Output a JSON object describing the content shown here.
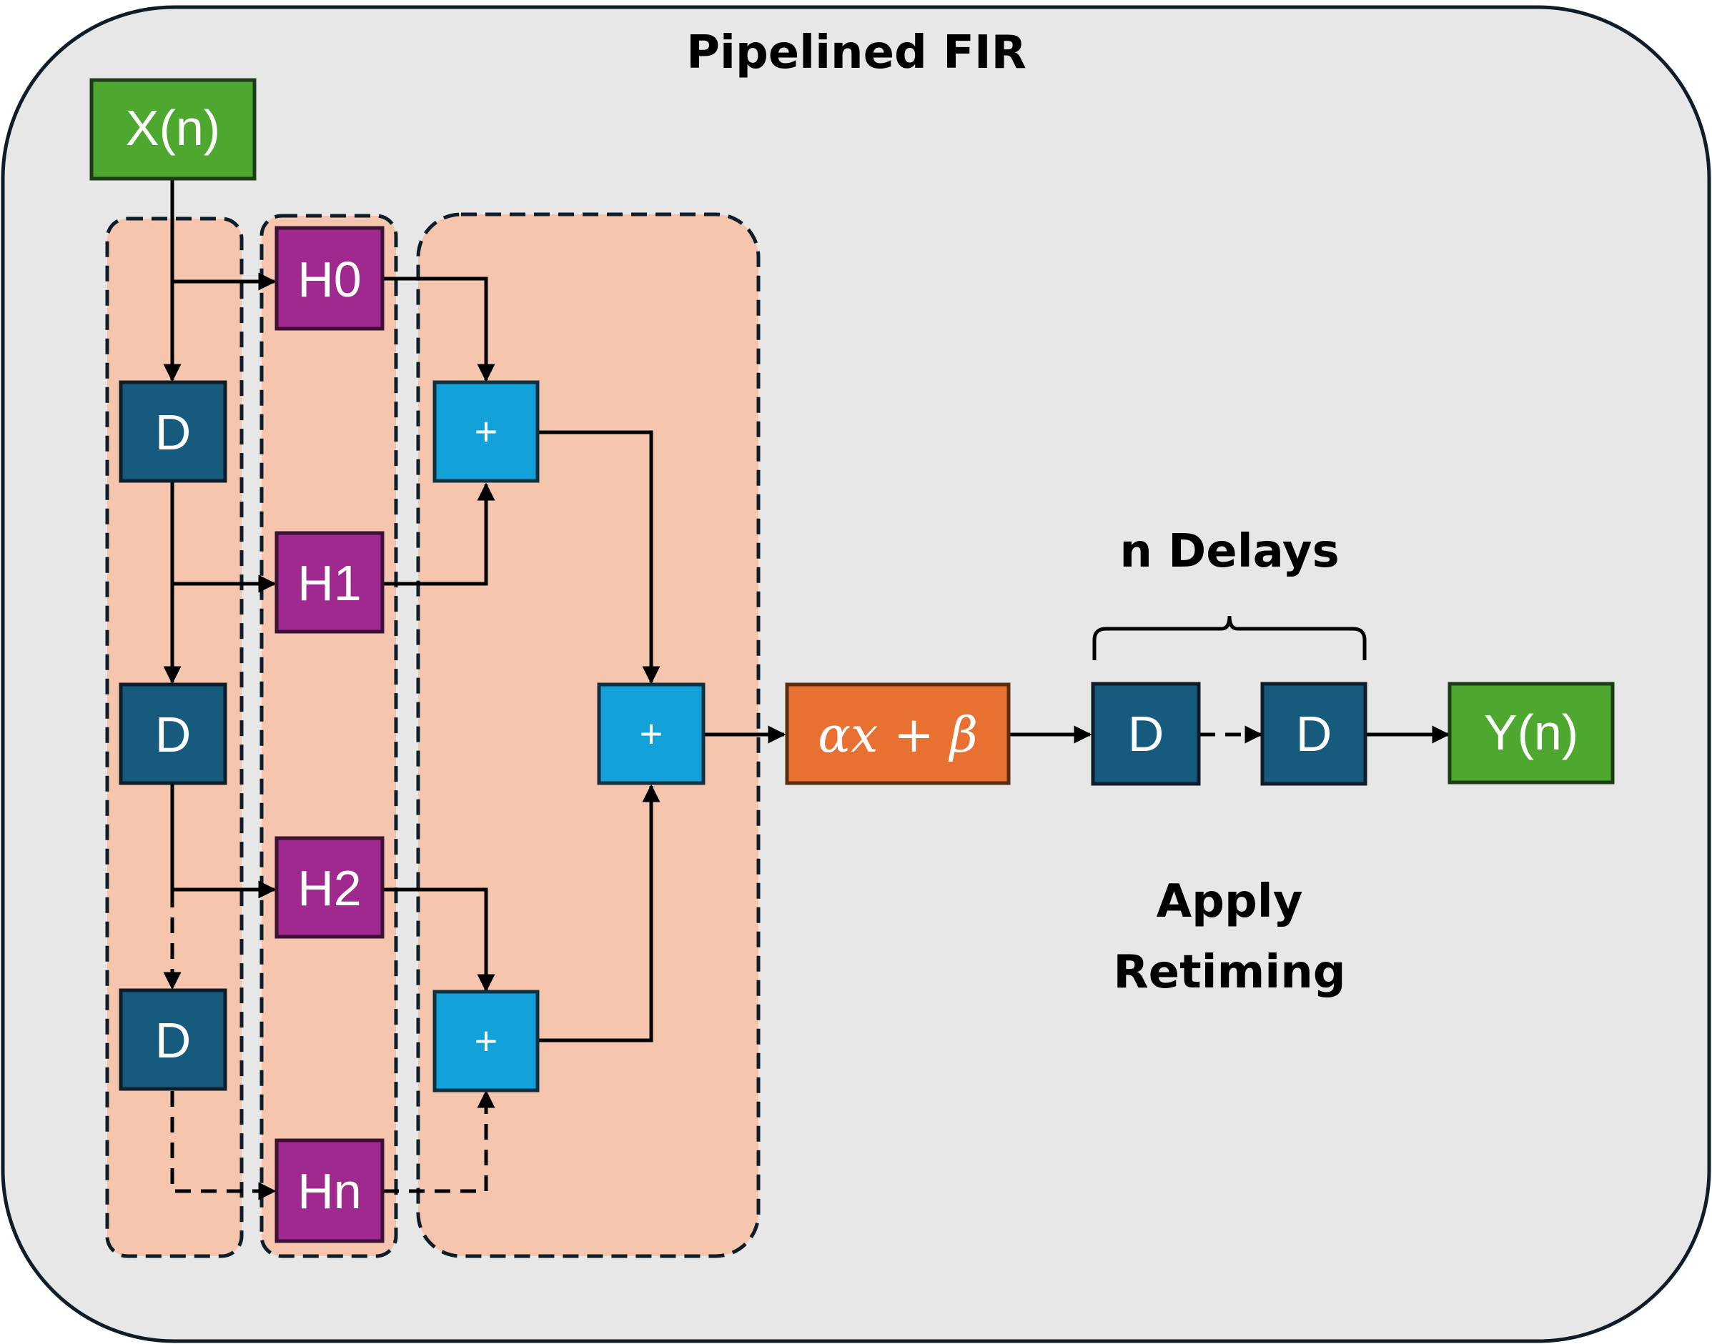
{
  "title": "Pipelined FIR",
  "input_label": "X(n)",
  "output_label": "Y(n)",
  "delay_label": "D",
  "coefficients": [
    "H0",
    "H1",
    "H2",
    "Hn"
  ],
  "adder_label": "+",
  "affine_label": "αx + β",
  "n_delays_label": "n Delays",
  "apply_retiming_line1": "Apply",
  "apply_retiming_line2": "Retiming",
  "colors": {
    "frame_bg": "#e7e7e7",
    "group_bg": "#f5c6ad",
    "io_green": "#4ea72e",
    "delay_blue": "#165a7d",
    "coef_purple": "#a0298f",
    "adder_blue": "#12a1d8",
    "affine_orange": "#e87131"
  }
}
